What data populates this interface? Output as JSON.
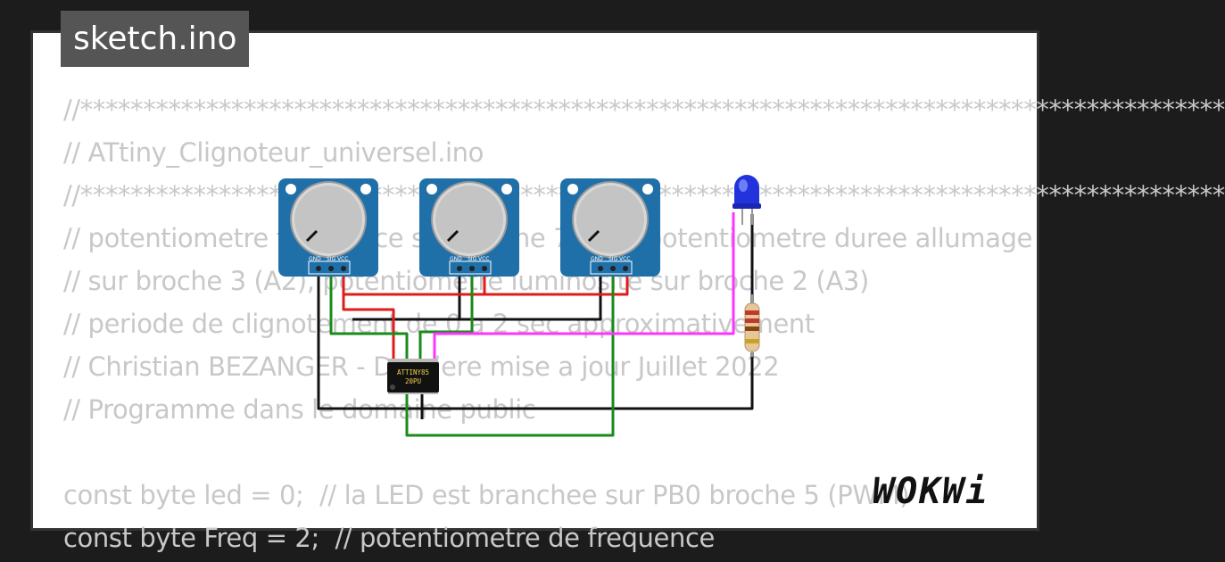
{
  "title": "sketch.ino",
  "code_lines": [
    "//*******************************************************************************************",
    "// ATtiny_Clignoteur_universel.ino",
    "//*******************************************************************************************",
    "// potentiometre frequence sur broche 7 (A1), potentiometre duree allumage",
    "// sur broche 3 (A2), potentiometre luminosite sur broche 2 (A3)",
    "// periode de clignotement de 0 a 2 sec approximativement",
    "// Christian BEZANGER - Derniere mise a jour Juillet 2022",
    "// Programme dans le domaine public",
    "",
    "const byte led = 0;  // la LED est branchee sur PB0 broche 5 (PWM)",
    "const byte Freq = 2;  // potentiometre de frequence"
  ],
  "chip": {
    "line1": "ATTINY85",
    "line2": "20PU"
  },
  "pot_pins": [
    "GND",
    "SIG",
    "VCC"
  ],
  "logo": "WOKWi",
  "colors": {
    "wire_black": "#111111",
    "wire_red": "#e01b1b",
    "wire_green": "#1a8a1a",
    "wire_magenta": "#ff33ff",
    "pot_board": "#1f6fa8",
    "led": "#2233dd"
  }
}
